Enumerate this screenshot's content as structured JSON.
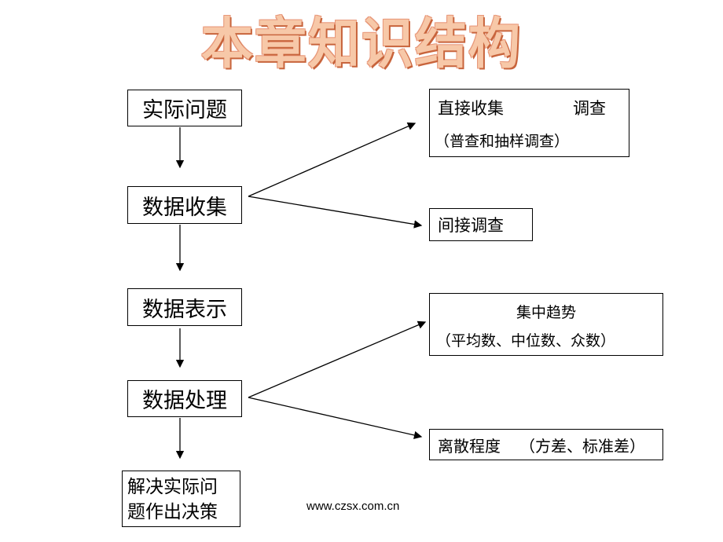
{
  "title": "本章知识结构",
  "flow": {
    "step1": "实际问题",
    "step2": "数据收集",
    "step3": "数据表示",
    "step4": "数据处理",
    "step5_line1": "解决实际问",
    "step5_line2": "题作出决策"
  },
  "branches": {
    "direct_line1_a": "直接收集",
    "direct_line1_b": "调查",
    "direct_line2": "（普查和抽样调查）",
    "indirect": "间接调查",
    "central_line1": "集中趋势",
    "central_line2": "（平均数、中位数、众数）",
    "dispersion_a": "离散程度",
    "dispersion_b": "（方差、标准差）"
  },
  "footer": "www.czsx.com.cn"
}
